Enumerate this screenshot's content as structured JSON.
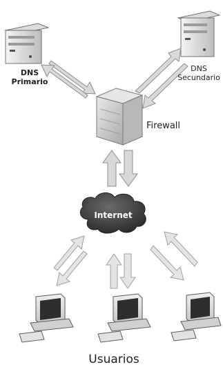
{
  "nodes": {
    "dns_primary": {
      "line1": "DNS",
      "line2": "Primario"
    },
    "dns_secondary": {
      "line1": "DNS",
      "line2": "Secundario"
    },
    "firewall": {
      "label": "Firewall"
    },
    "internet": {
      "label": "Internet"
    },
    "users": {
      "label": "Usuarios"
    }
  },
  "colors": {
    "arrow_fill": "#d9d9d9",
    "arrow_stroke": "#8c8c8c",
    "cloud_fill": "#3a3a3a",
    "server_body": "#e8e8e8",
    "firewall_body": "#cfcfcf"
  }
}
